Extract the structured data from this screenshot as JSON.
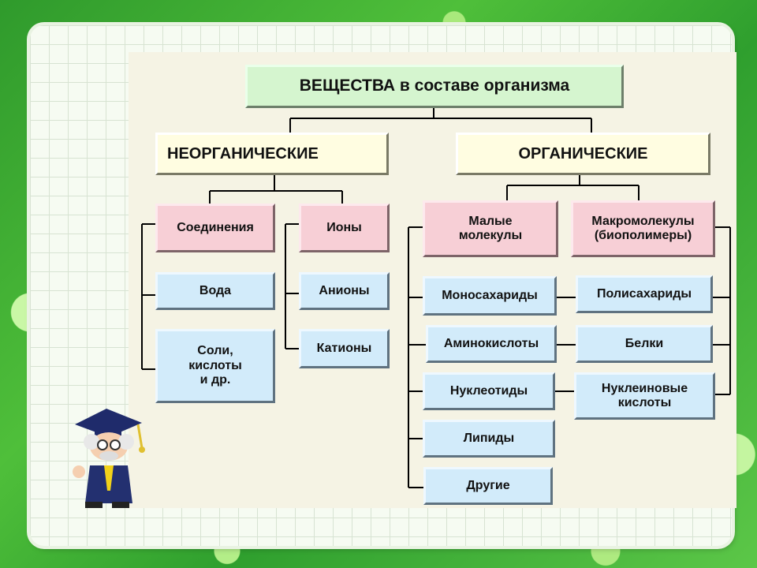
{
  "title": "ВЕЩЕСТВА в составе организма",
  "categories": {
    "inorganic": "НЕОРГАНИЧЕСКИЕ",
    "organic": "ОРГАНИЧЕСКИЕ"
  },
  "inorganic": {
    "compounds": "Соединения",
    "ions": "Ионы",
    "water": "Вода",
    "salts": "Соли,\nкислоты\nи др.",
    "anions": "Анионы",
    "cations": "Катионы"
  },
  "organic": {
    "small": "Малые\nмолекулы",
    "macro": "Макромолекулы\n(биополимеры)",
    "mono": "Моносахариды",
    "amino": "Аминокислоты",
    "nucleotides": "Нуклеотиды",
    "lipids": "Липиды",
    "other": "Другие",
    "poly": "Полисахариды",
    "proteins": "Белки",
    "nucleic": "Нуклеиновые\nкислоты"
  }
}
